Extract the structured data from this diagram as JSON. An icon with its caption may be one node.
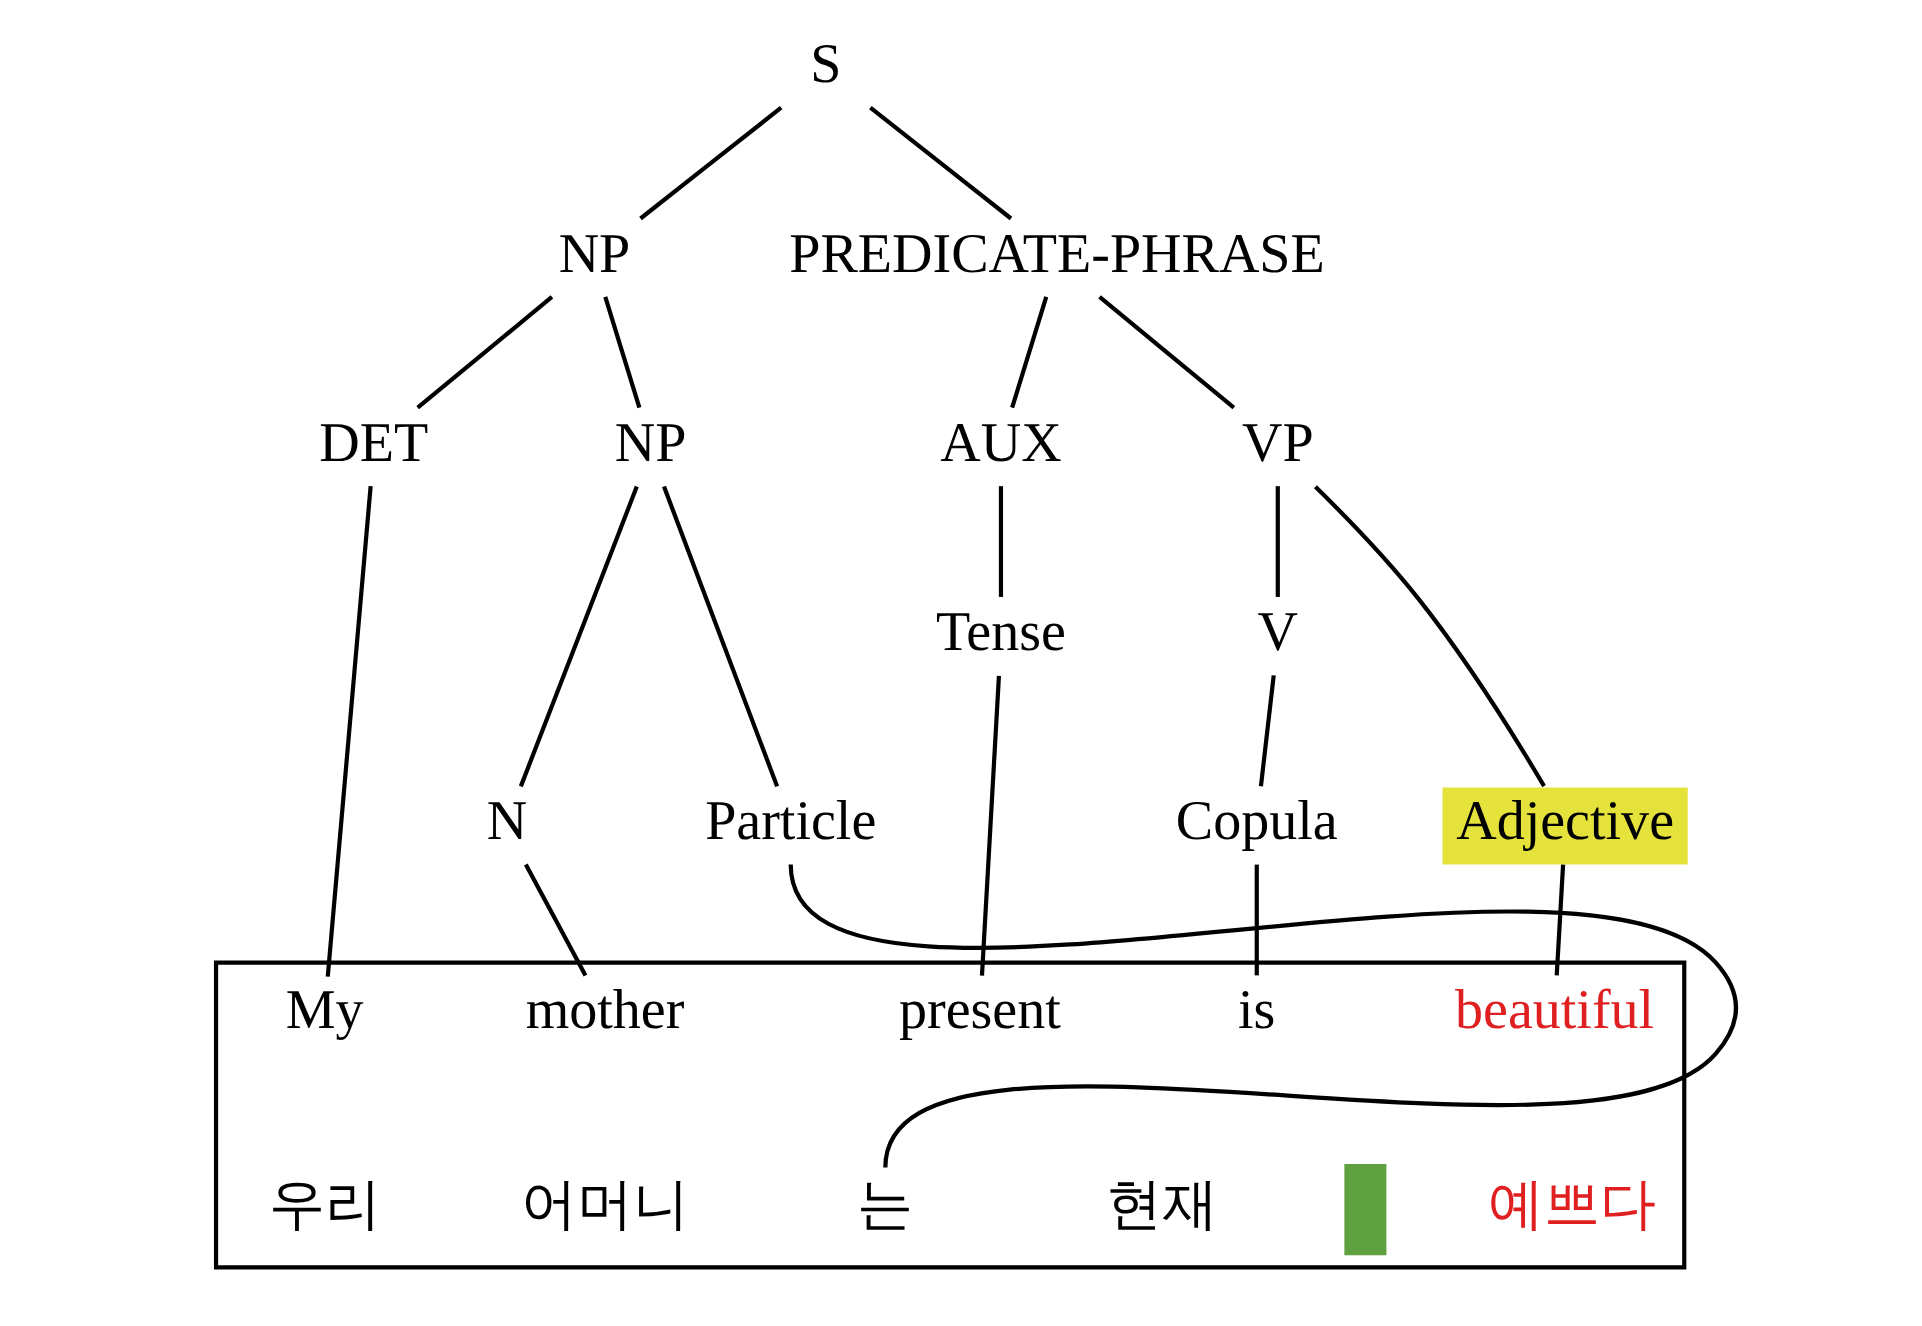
{
  "diagram": {
    "nodes": [
      {
        "text": [
          "S"
        ]
      },
      {
        "text": [
          "NP"
        ]
      },
      {
        "text": [
          "PREDICATE-PHRASE"
        ]
      },
      {
        "text": [
          "DET"
        ]
      },
      {
        "text": [
          "NP"
        ]
      },
      {
        "text": [
          "AUX"
        ]
      },
      {
        "text": [
          "VP"
        ]
      },
      {
        "text": [
          "Tense"
        ]
      },
      {
        "text": [
          "V"
        ]
      },
      {
        "text": [
          "N"
        ]
      },
      {
        "text": [
          "Particle"
        ]
      },
      {
        "text": [
          "Copula"
        ]
      },
      {
        "text": [
          "Adjective"
        ]
      },
      {
        "text": [],
        "shape": "box"
      },
      {
        "text": [
          "My"
        ],
        "in": 13
      },
      {
        "text": [
          "mother"
        ],
        "in": 13
      },
      {
        "text": [
          "present"
        ],
        "in": 13
      },
      {
        "text": [
          "is"
        ],
        "in": 13
      },
      {
        "text": [
          "beautiful"
        ],
        "in": 13
      },
      {
        "text": [
          "우리"
        ],
        "in": 13
      },
      {
        "text": [
          "어머니"
        ],
        "in": 13
      },
      {
        "text": [
          "는"
        ],
        "in": 13
      },
      {
        "text": [
          "현재"
        ],
        "in": 13
      },
      {
        "text": [],
        "shape": "bar",
        "in": 13
      },
      {
        "text": [
          "예쁘다"
        ],
        "in": 13
      }
    ],
    "edges": [
      {
        "from": 0,
        "to": 1,
        "arrow": "none"
      },
      {
        "from": 0,
        "to": 2,
        "arrow": "none"
      },
      {
        "from": 1,
        "to": 3,
        "arrow": "none"
      },
      {
        "from": 1,
        "to": 4,
        "arrow": "none"
      },
      {
        "from": 2,
        "to": 5,
        "arrow": "none"
      },
      {
        "from": 2,
        "to": 6,
        "arrow": "none"
      },
      {
        "from": 5,
        "to": 7,
        "arrow": "none"
      },
      {
        "from": 6,
        "to": 8,
        "arrow": "none"
      },
      {
        "from": 4,
        "to": 9,
        "arrow": "none"
      },
      {
        "from": 4,
        "to": 10,
        "arrow": "none"
      },
      {
        "from": 8,
        "to": 11,
        "arrow": "none"
      },
      {
        "from": 6,
        "to": 12,
        "arrow": "none"
      },
      {
        "from": 3,
        "to": 14,
        "arrow": "none"
      },
      {
        "from": 9,
        "to": 15,
        "arrow": "none"
      },
      {
        "from": 10,
        "to": 21,
        "arrow": "none"
      },
      {
        "from": 7,
        "to": 16,
        "arrow": "none"
      },
      {
        "from": 11,
        "to": 17,
        "arrow": "none"
      },
      {
        "from": 12,
        "to": 18,
        "arrow": "none"
      }
    ]
  }
}
